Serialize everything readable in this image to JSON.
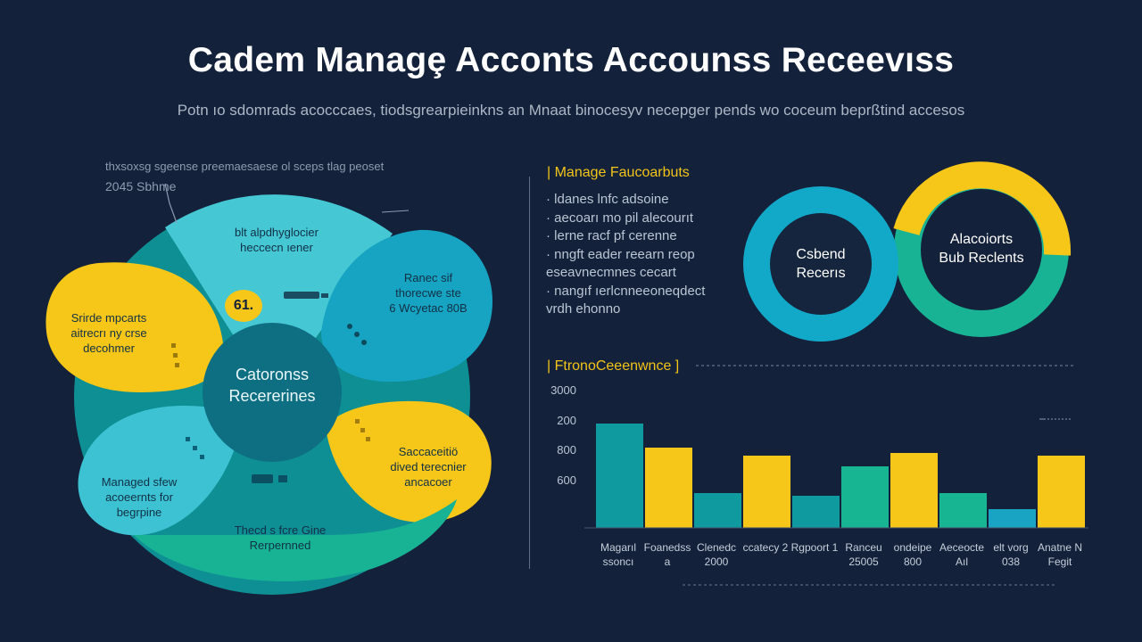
{
  "header": {
    "title": "Cadem Managȩ Acconts Accounss Receevıss",
    "subtitle": "Potn ıo sdomrads acocccaes, tiodsgrearpieinkns an Mnaat binocesyv necepger pends wo coceum beprßtind accesos"
  },
  "left_panel": {
    "note_line1": "thxsoxsg sgeense preemaesaese ol sceps tlag peoset",
    "note_line2": "2045 Sbhme",
    "badge": "61.",
    "hub": [
      "Catoronss",
      "Recererines"
    ],
    "segments": [
      {
        "lines": [
          "blt alpdhyglocier",
          "heccecn ıener"
        ]
      },
      {
        "lines": [
          "Ranec sif",
          "thorecwe ste",
          "6 Wcyetac 80B"
        ]
      },
      {
        "lines": [
          "Srirde mpcarts",
          "aitrecrı ny crse",
          "decohmer"
        ]
      },
      {
        "lines": [
          "Saccaceitiö",
          "dived terecnier",
          "ancacoer"
        ]
      },
      {
        "lines": [
          "Managed sfew",
          "acoeernts for",
          "begrpine"
        ]
      },
      {
        "lines": [
          "Thecd s fcre Gine",
          "Rerpernned"
        ]
      }
    ]
  },
  "manage_section": {
    "heading": "| Manage Faucoarbuts",
    "bullets": [
      "· ldanes lnfc adsoine",
      "· aecoarı mo pil alecourıt",
      "· lerne racf pf cerenne",
      "· nngft eader reearn reop",
      "  eseavnecmnes cecart",
      "· nangıf ıerlcnneeoneqdect",
      "  vrdh ehonno"
    ]
  },
  "rings": {
    "left_label": [
      "Csbend",
      "Recerıs"
    ],
    "right_label": [
      "Alacoiorts",
      "Bub Reclents"
    ],
    "colors": {
      "teal_blue": "#12a9c9",
      "yellow": "#f6c618",
      "green": "#18b394"
    }
  },
  "performance_section": {
    "heading": "| FtronoCeeenwnce ]"
  },
  "colors": {
    "background": "#14213a",
    "yellow": "#f6c618",
    "teal": "#0f9aa0",
    "green": "#17b592",
    "cyan": "#43c7d6",
    "blue": "#1aa4c4"
  },
  "chart_data": {
    "type": "bar",
    "title": "FtronoCeeenwnce",
    "y_tick_labels": [
      "3000",
      "200",
      "800",
      "600"
    ],
    "categories": [
      "Magarıl ssoncı",
      "Foanedss a",
      "Clenedc 2000",
      "ccatecy 2",
      "Rgpoort 1",
      "Ranceu 25005",
      "ondeipe 800",
      "Aeceocte Aıl",
      "elt vorg 038",
      "Anatne N Fegit"
    ],
    "bars": [
      {
        "value": 3.9,
        "color": "teal"
      },
      {
        "value": 3.0,
        "color": "yellow"
      },
      {
        "value": 1.3,
        "color": "teal"
      },
      {
        "value": 2.7,
        "color": "yellow"
      },
      {
        "value": 1.2,
        "color": "teal"
      },
      {
        "value": 2.3,
        "color": "green"
      },
      {
        "value": 2.8,
        "color": "yellow"
      },
      {
        "value": 1.3,
        "color": "green"
      },
      {
        "value": 0.7,
        "color": "blue"
      },
      {
        "value": 2.7,
        "color": "yellow"
      }
    ],
    "ylim": [
      0,
      5
    ]
  }
}
